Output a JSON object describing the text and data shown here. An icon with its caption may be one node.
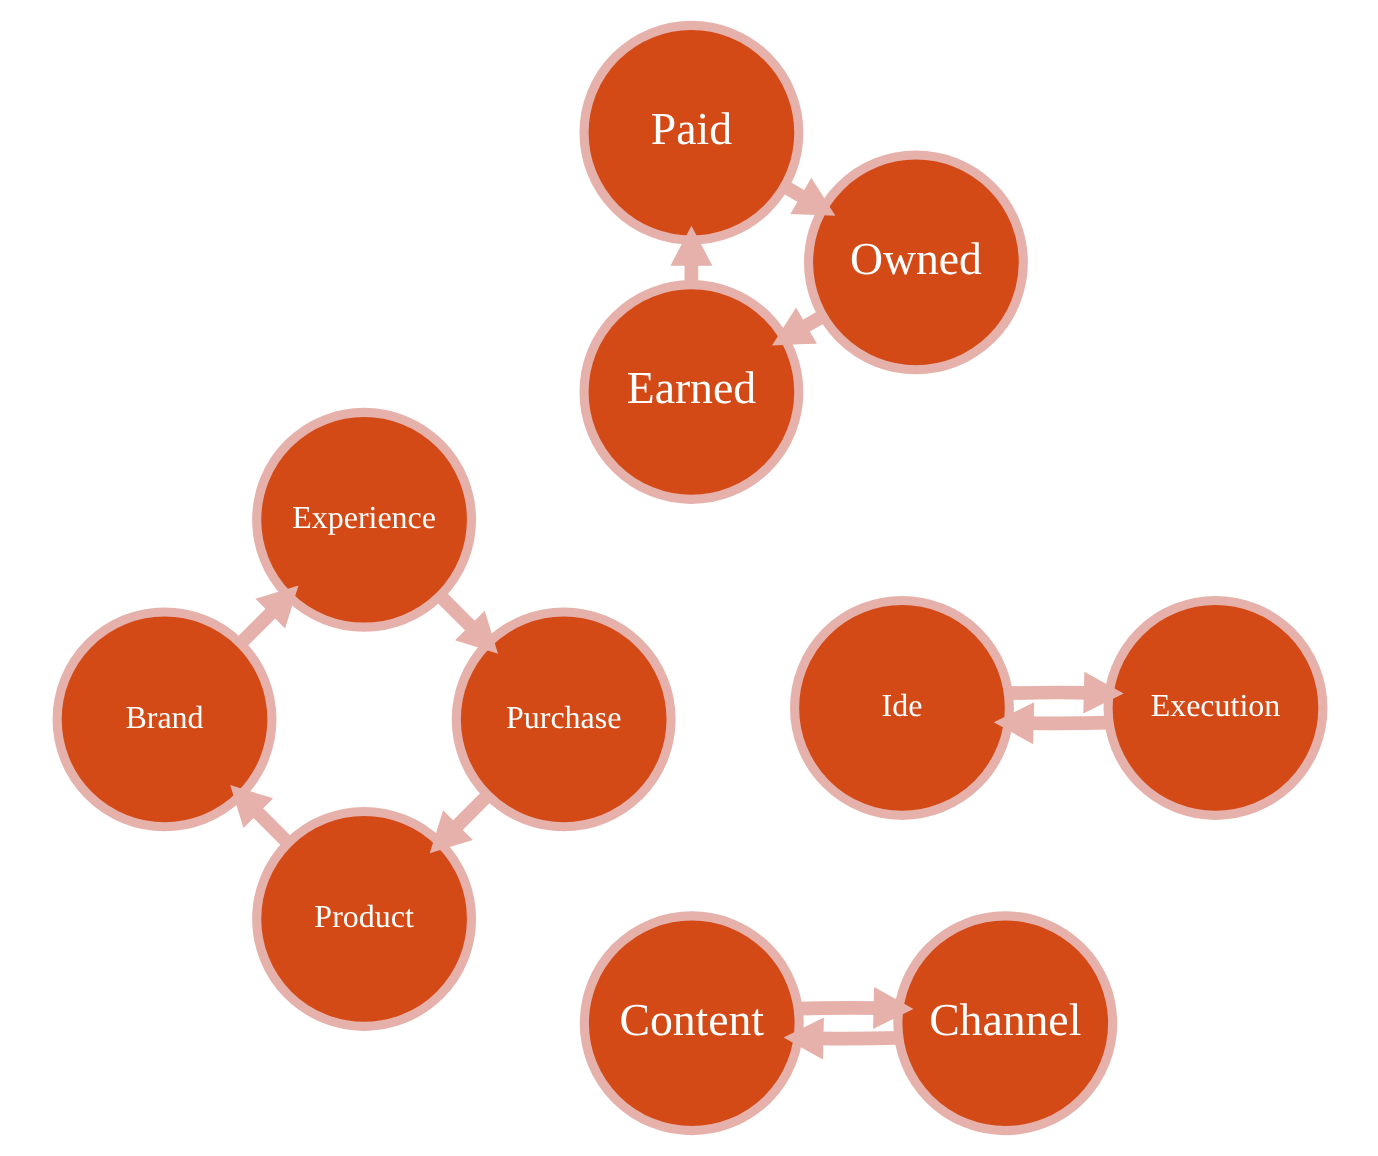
{
  "diagram": {
    "nodes": [
      {
        "text": [
          "Product"
        ]
      },
      {
        "text": [
          "Brand"
        ]
      },
      {
        "text": [
          "Purchase"
        ]
      },
      {
        "text": [
          "Experience"
        ]
      },
      {
        "text": [
          "Earned"
        ]
      },
      {
        "text": [
          "Paid"
        ]
      },
      {
        "text": [
          "Owned"
        ]
      },
      {
        "text": [
          "Content"
        ]
      },
      {
        "text": [
          "Channel"
        ]
      },
      {
        "text": [
          "Ide"
        ]
      },
      {
        "text": [
          "Execution"
        ]
      }
    ],
    "edges": [
      {
        "from": 0,
        "to": 1,
        "arrow": "to"
      },
      {
        "from": 1,
        "to": 3,
        "arrow": "to"
      },
      {
        "from": 3,
        "to": 2,
        "arrow": "to"
      },
      {
        "from": 2,
        "to": 0,
        "arrow": "to"
      },
      {
        "from": 4,
        "to": 5,
        "arrow": "to"
      },
      {
        "from": 5,
        "to": 6,
        "arrow": "to"
      },
      {
        "from": 6,
        "to": 4,
        "arrow": "to"
      },
      {
        "from": 7,
        "to": 8,
        "arrow": "to"
      },
      {
        "from": 8,
        "to": 7,
        "arrow": "to"
      },
      {
        "from": 9,
        "to": 10,
        "arrow": "to"
      },
      {
        "from": 10,
        "to": 9,
        "arrow": "to"
      }
    ]
  }
}
